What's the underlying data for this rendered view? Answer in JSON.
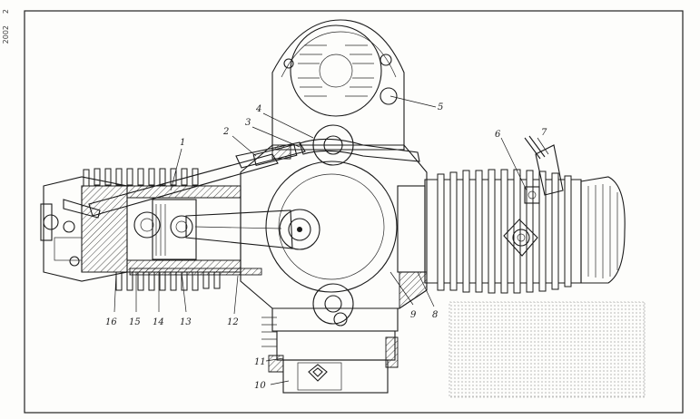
{
  "sheet": {
    "edge_mark_top": "2",
    "edge_mark_code": "2002"
  },
  "callouts": [
    {
      "id": "c1",
      "label": "1"
    },
    {
      "id": "c2",
      "label": "2"
    },
    {
      "id": "c3",
      "label": "3"
    },
    {
      "id": "c4",
      "label": "4"
    },
    {
      "id": "c5",
      "label": "5"
    },
    {
      "id": "c6",
      "label": "6"
    },
    {
      "id": "c7",
      "label": "7"
    },
    {
      "id": "c8",
      "label": "8"
    },
    {
      "id": "c9",
      "label": "9"
    },
    {
      "id": "c10",
      "label": "10"
    },
    {
      "id": "c11",
      "label": "11"
    },
    {
      "id": "c12",
      "label": "12"
    },
    {
      "id": "c13",
      "label": "13"
    },
    {
      "id": "c14",
      "label": "14"
    },
    {
      "id": "c15",
      "label": "15"
    },
    {
      "id": "c16",
      "label": "16"
    }
  ]
}
